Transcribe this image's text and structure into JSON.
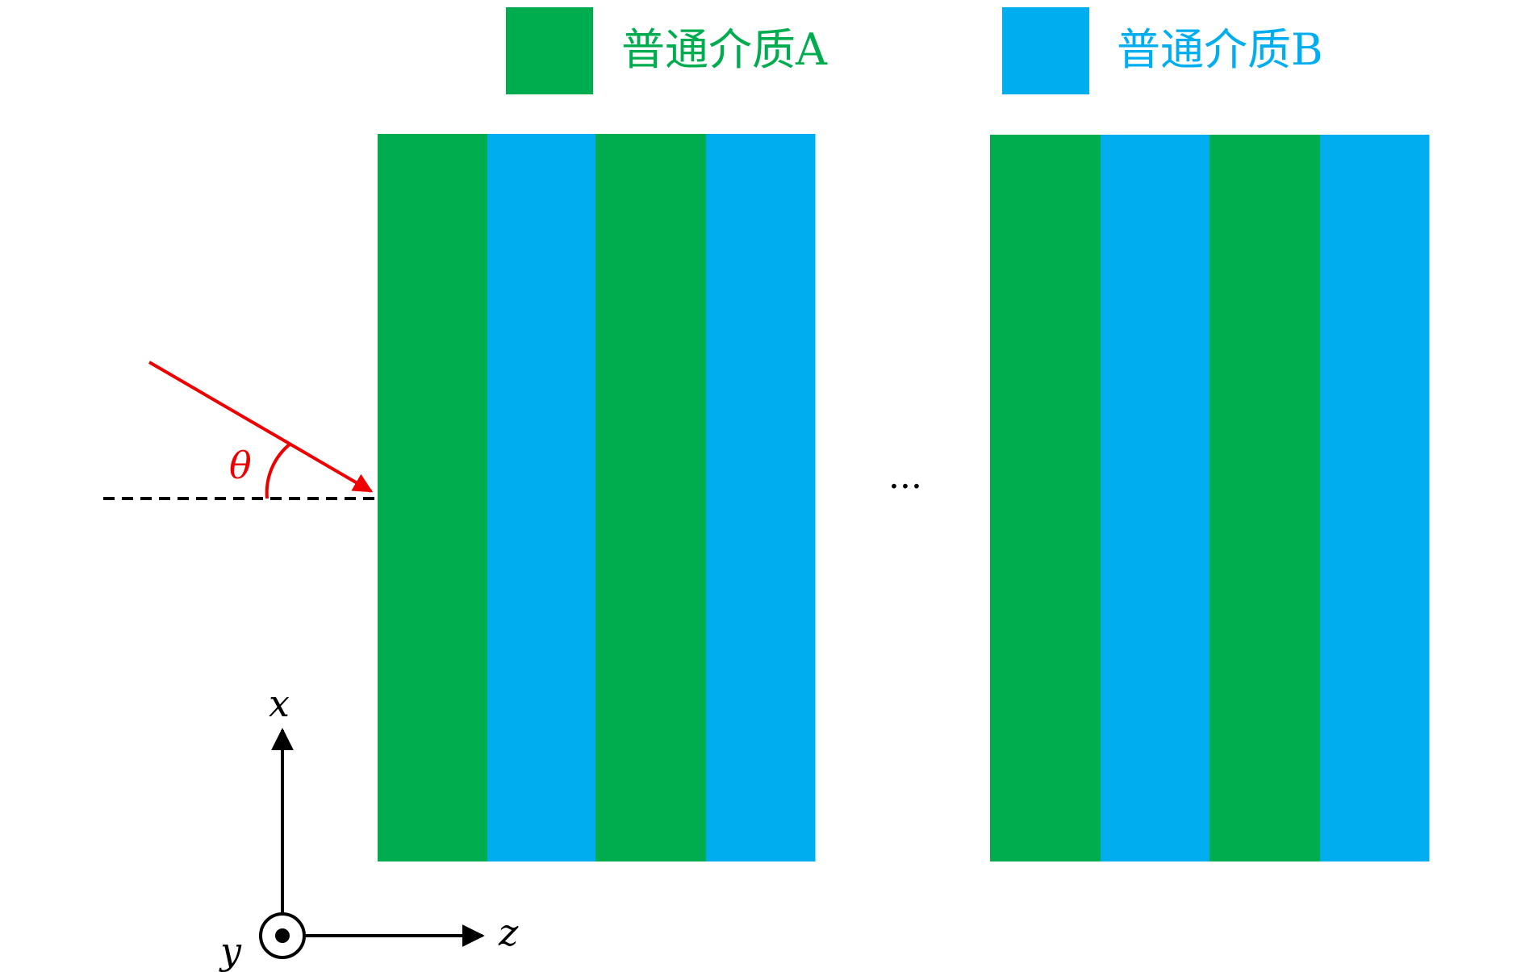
{
  "colors": {
    "medium_a": "#00AD4E",
    "medium_b": "#00AEEF",
    "ray": "#EE0000",
    "axis": "#000000"
  },
  "legend": {
    "medium_a": {
      "label": "普通介质A",
      "color": "#00AD4E"
    },
    "medium_b": {
      "label": "普通介质B",
      "color": "#00AEEF"
    }
  },
  "layer_groups": [
    {
      "layers": [
        "A",
        "B",
        "A",
        "B"
      ]
    },
    {
      "layers": [
        "A",
        "B",
        "A",
        "B"
      ]
    }
  ],
  "ellipsis": "···",
  "incident_ray": {
    "angle_label": "θ",
    "normal_line_style": "dashed"
  },
  "axes": {
    "x_label": "x",
    "z_label": "z",
    "y_label": "y",
    "y_direction": "out-of-page"
  }
}
